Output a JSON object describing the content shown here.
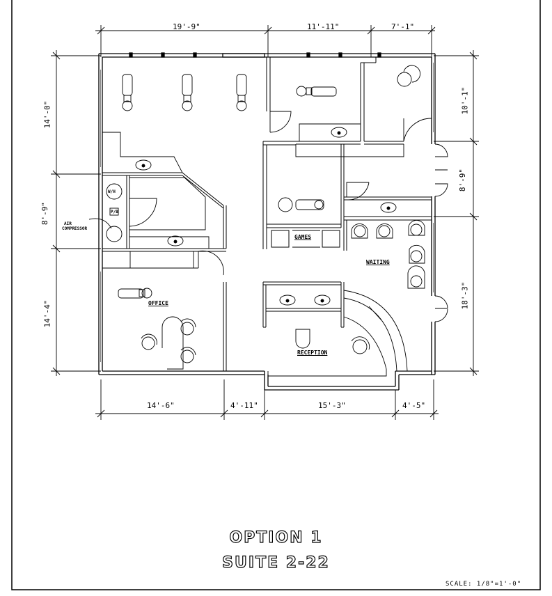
{
  "dimensions": {
    "top": [
      "19'-9\"",
      "11'-11\"",
      "7'-1\""
    ],
    "bottom": [
      "14'-6\"",
      "4'-11\"",
      "15'-3\"",
      "4'-5\""
    ],
    "left": [
      "14'-0\"",
      "8'-9\"",
      "14'-4\""
    ],
    "right": [
      "10'-1\"",
      "8'-9\"",
      "18'-3\""
    ]
  },
  "rooms": {
    "office": "OFFICE",
    "games": "GAMES",
    "waiting": "WAITING",
    "reception": "RECEPTION"
  },
  "fixtures": {
    "water_heater": "W/H",
    "panel": "P/B",
    "air_compressor_line1": "AIR",
    "air_compressor_line2": "COMPRESSOR"
  },
  "title": {
    "line1": "OPTION 1",
    "line2": "SUITE 2-22"
  },
  "scale": "SCALE: 1/8\"=1'-0\""
}
